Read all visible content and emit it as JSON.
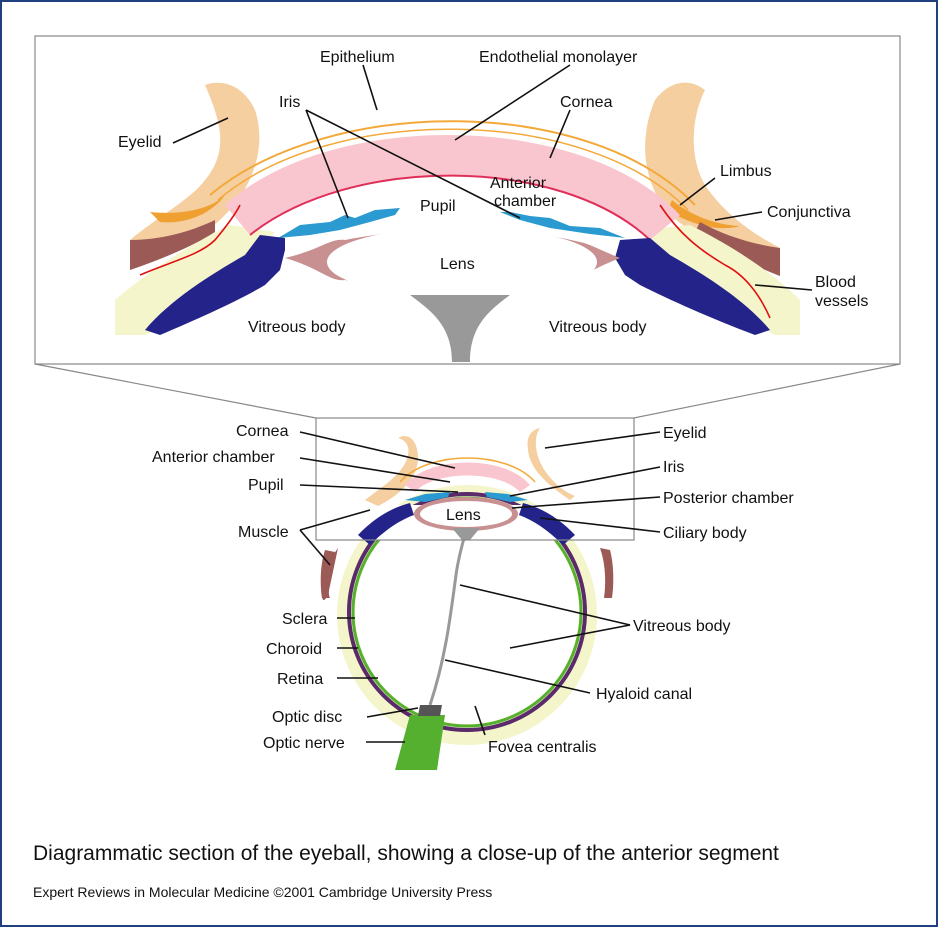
{
  "caption": "Diagrammatic section of the eyeball, showing a close-up of the anterior segment",
  "credit": "Expert Reviews in Molecular Medicine ©2001 Cambridge University Press",
  "closeup_labels": {
    "epithelium": "Epithelium",
    "endothelial": "Endothelial monolayer",
    "iris": "Iris",
    "cornea": "Cornea",
    "eyelid": "Eyelid",
    "anterior_chamber_1": "Anterior",
    "anterior_chamber_2": "chamber",
    "pupil": "Pupil",
    "limbus": "Limbus",
    "conjunctiva": "Conjunctiva",
    "lens": "Lens",
    "blood_vessels_1": "Blood",
    "blood_vessels_2": "vessels",
    "vitreous_left": "Vitreous body",
    "vitreous_right": "Vitreous body"
  },
  "eyeball_labels": {
    "cornea": "Cornea",
    "anterior_chamber": "Anterior chamber",
    "pupil": "Pupil",
    "muscle": "Muscle",
    "eyelid": "Eyelid",
    "iris": "Iris",
    "posterior_chamber": "Posterior chamber",
    "ciliary_body": "Ciliary body",
    "lens": "Lens",
    "sclera": "Sclera",
    "choroid": "Choroid",
    "retina": "Retina",
    "optic_disc": "Optic disc",
    "optic_nerve": "Optic nerve",
    "vitreous_body": "Vitreous body",
    "hyaloid_canal": "Hyaloid canal",
    "fovea_centralis": "Fovea centralis"
  },
  "colors": {
    "frame_border": "#1f3f7f",
    "eyelid": "#f5cfa0",
    "eyelid_accent": "#f0a030",
    "cornea": "#f9c6cf",
    "epithelium": "#f3a93a",
    "iris": "#2a9ad0",
    "lens": "#c89090",
    "ciliary": "#23238a",
    "sclera": "#f5f5cc",
    "muscle": "#9b5a55",
    "blood_vessel": "#e01010",
    "retina": "#55b030",
    "choroid": "#5a2a6a",
    "hyaloid": "#999999"
  }
}
